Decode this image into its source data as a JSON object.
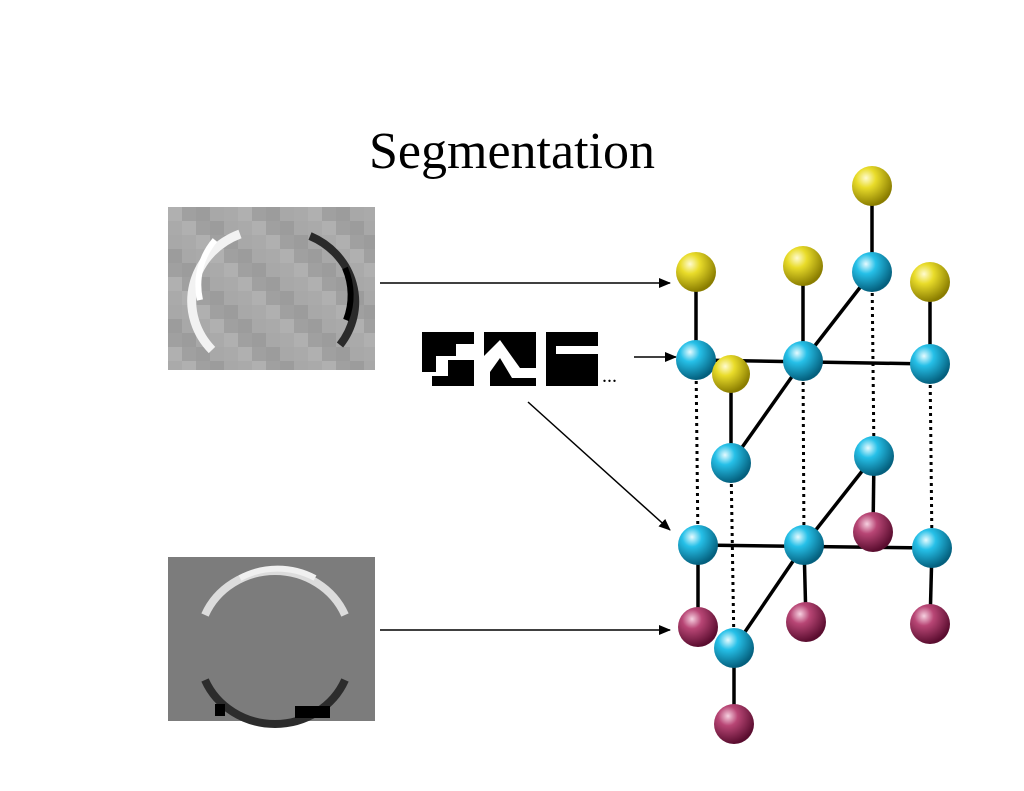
{
  "slide": {
    "title": "Segmentation",
    "ellipsis": "..."
  },
  "colors": {
    "background": "#ffffff",
    "node_yellow": "#e0d21a",
    "node_blue": "#1fb8e0",
    "node_magenta": "#b03a6a",
    "edge": "#000000"
  },
  "images": [
    {
      "name": "horizontal-gradient-image",
      "description_icon": "circle-edge-image"
    },
    {
      "name": "vertical-gradient-image",
      "description_icon": "circle-edge-image"
    }
  ],
  "patterns": {
    "count": 3,
    "icon": "binary-segmentation-pattern-icon"
  }
}
